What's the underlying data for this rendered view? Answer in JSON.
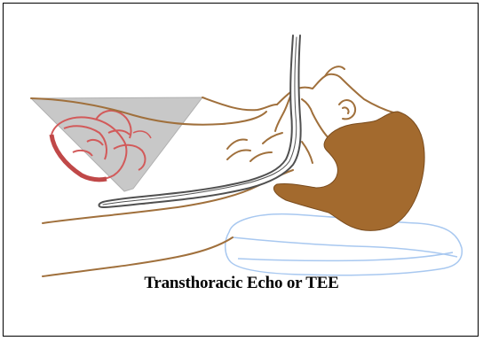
{
  "caption": "Transthoracic Echo or TEE",
  "colors": {
    "skin_outline": "#a0703c",
    "hair": "#a36a2e",
    "ultrasound_cone": "#c8c8c8",
    "heart": "#d25a5a",
    "probe": "#505050",
    "pillow": "#a8c8f0",
    "frame": "#000000"
  },
  "icons": [
    "heart-illustration",
    "tee-probe",
    "ultrasound-beam",
    "pillow",
    "hair",
    "patient-silhouette"
  ]
}
